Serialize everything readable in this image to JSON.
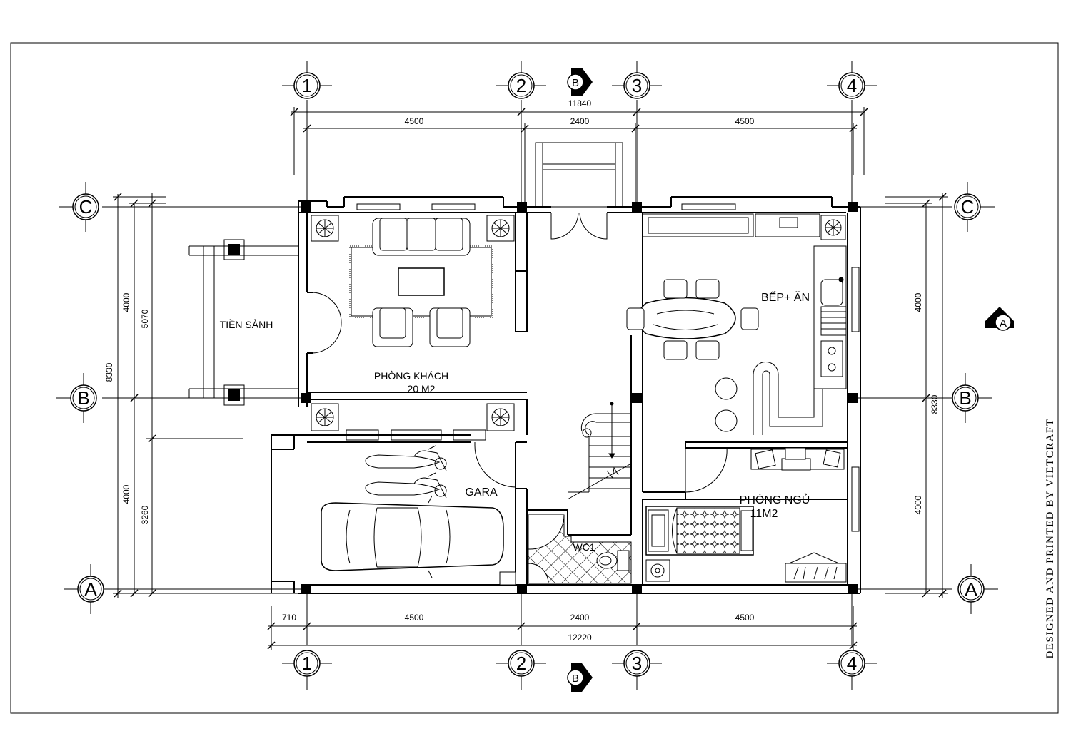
{
  "grid_labels": {
    "top": [
      "1",
      "2",
      "3",
      "4"
    ],
    "bottom": [
      "1",
      "2",
      "3",
      "4"
    ],
    "left": [
      "C",
      "B",
      "A"
    ],
    "right": [
      "C",
      "B",
      "A"
    ]
  },
  "section_markers": {
    "top": "B",
    "bottom": "B",
    "right": "A"
  },
  "dimensions": {
    "top_total": "11840",
    "top_spans": [
      "4500",
      "2400",
      "4500"
    ],
    "bottom_spans": [
      "710",
      "4500",
      "2400",
      "4500"
    ],
    "bottom_total": "12220",
    "left_total": "8330",
    "left_spans": [
      "4000",
      "4000"
    ],
    "left_inner": [
      "5070",
      "3260"
    ],
    "right_spans": [
      "4000",
      "4000"
    ],
    "right_total": "8330"
  },
  "rooms": {
    "porch": "TIỀN SẢNH",
    "living": "PHÒNG KHÁCH",
    "living_area": "20 M2",
    "kitchen": "BẾP+ ĂN",
    "garage": "GARA",
    "wc": "WC1",
    "bedroom": "PHÒNG NGỦ",
    "bedroom_area": "11M2"
  },
  "stamp": "DESIGNED AND PRINTED BY VIETCRAFT"
}
